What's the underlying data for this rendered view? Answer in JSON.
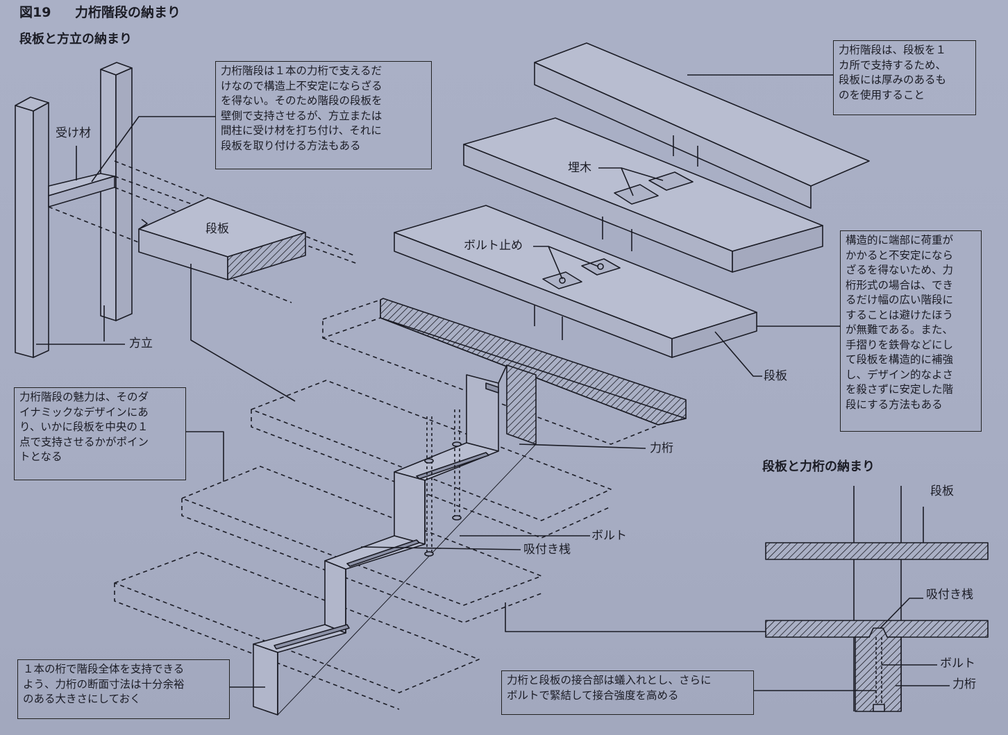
{
  "figure": {
    "number": "図19",
    "title": "力桁階段の納まり"
  },
  "sections": {
    "riser_detail_title": "段板と方立の納まり",
    "stringer_detail_title": "段板と力桁の納まり"
  },
  "labels": {
    "ukezai": "受け材",
    "dan_ita_left": "段板",
    "houdate": "方立",
    "umeki": "埋木",
    "bolt_stop": "ボルト止め",
    "dan_ita_right": "段板",
    "chikara_keta": "力桁",
    "bolt": "ボルト",
    "suitsuki_zan": "吸付き桟",
    "section_dan_ita": "段板",
    "section_suitsuki_zan": "吸付き桟",
    "section_bolt": "ボルト",
    "section_chikara_keta": "力桁"
  },
  "notes": {
    "note_top_center": [
      "力桁階段は１本の力桁で支えるだ",
      "けなので構造上不安定にならざる",
      "を得ない。そのため階段の段板を",
      "壁側で支持させるが、方立または",
      "間柱に受け材を打ち付け、それに",
      "段板を取り付ける方法もある"
    ],
    "note_top_right": [
      "力桁階段は、段板を１",
      "カ所で支持するため、",
      "段板には厚みのあるも",
      "のを使用すること"
    ],
    "note_mid_left": [
      "力桁階段の魅力は、そのダ",
      "イナミックなデザインにあ",
      "り、いかに段板を中央の１",
      "点で支持させるかがポイン",
      "トとなる"
    ],
    "note_right": [
      "構造的に端部に荷重が",
      "かかると不安定になら",
      "ざるを得ないため、力",
      "桁形式の場合は、でき",
      "るだけ幅の広い階段に",
      "することは避けたほう",
      "が無難である。また、",
      "手摺りを鉄骨などにし",
      "て段板を構造的に補強",
      "し、デザイン的なよさ",
      "を殺さずに安定した階",
      "段にする方法もある"
    ],
    "note_bottom_left": [
      "１本の桁で階段全体を支持できる",
      "よう、力桁の断面寸法は十分余裕",
      "のある大きさにしておく"
    ],
    "note_bottom_center": [
      "力桁と段板の接合部は蟻入れとし、さらに",
      "ボルトで緊結して接合強度を高める"
    ]
  },
  "colors": {
    "background": "#a9aec4",
    "line": "#1b1c25",
    "face": "#aeb3c8"
  }
}
